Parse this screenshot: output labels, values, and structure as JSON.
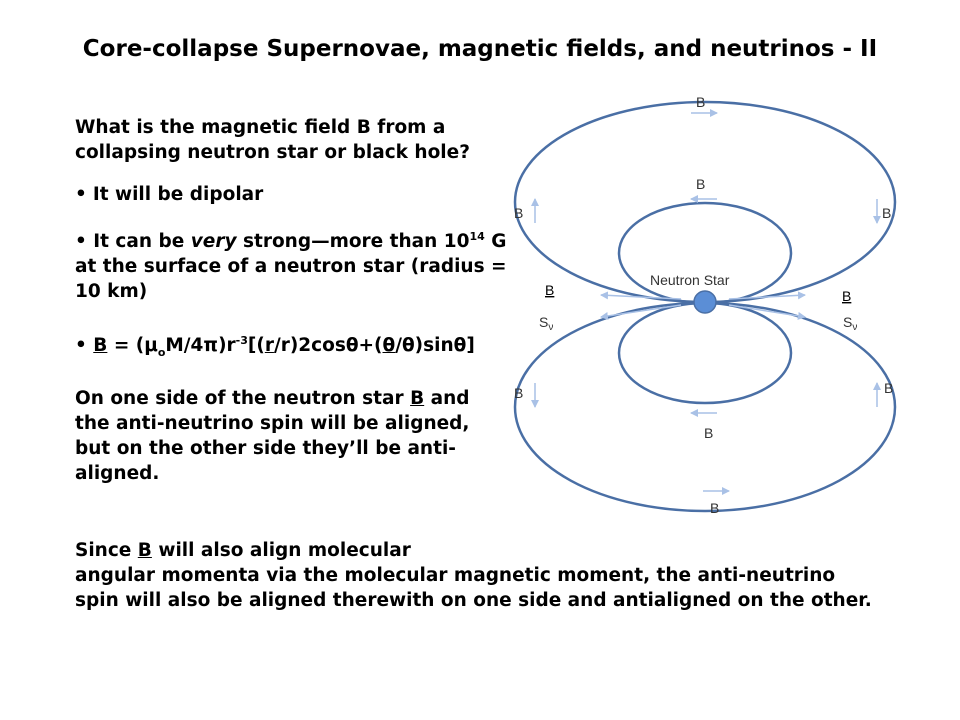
{
  "slide": {
    "title": "Core-collapse Supernovae, magnetic fields, and neutrinos - II",
    "question": "What is the magnetic field B from a collapsing neutron star or black hole?",
    "bullet1": "It will be dipolar",
    "bullet2_a": "It can be ",
    "bullet2_em": "very",
    "bullet2_b": " strong—more than 10",
    "bullet2_exp": "14",
    "bullet2_c": " G at the surface of a neutron star (radius = 10 km)",
    "formula": {
      "b": "B",
      "eq": " = (μ",
      "sub": "o",
      "m": "M/4π)r",
      "exp": "-3",
      "open": "[(",
      "r": "r",
      "mid": "/r)2cosθ+(",
      "theta": "θ",
      "end": "/θ)sinθ]"
    },
    "para1_a": "On one side of the neutron star ",
    "para1_b": "B",
    "para1_c": " and the anti-neutrino  spin will be aligned, but on the other side they’ll be anti-aligned.",
    "para2_a": "Since ",
    "para2_b": "B",
    "para2_c": " will also align molecular",
    "para2_d": "angular momenta via the molecular magnetic moment, the anti-neutrino spin will also be aligned therewith on one side and antialigned on the other."
  },
  "diagram": {
    "center_label": "Neutron Star",
    "b": "B",
    "s": "S",
    "nu": "ν",
    "colors": {
      "field_line": "#4a6fa5",
      "star": "#5b8ed6",
      "arrow": "#a9c1e6"
    }
  }
}
